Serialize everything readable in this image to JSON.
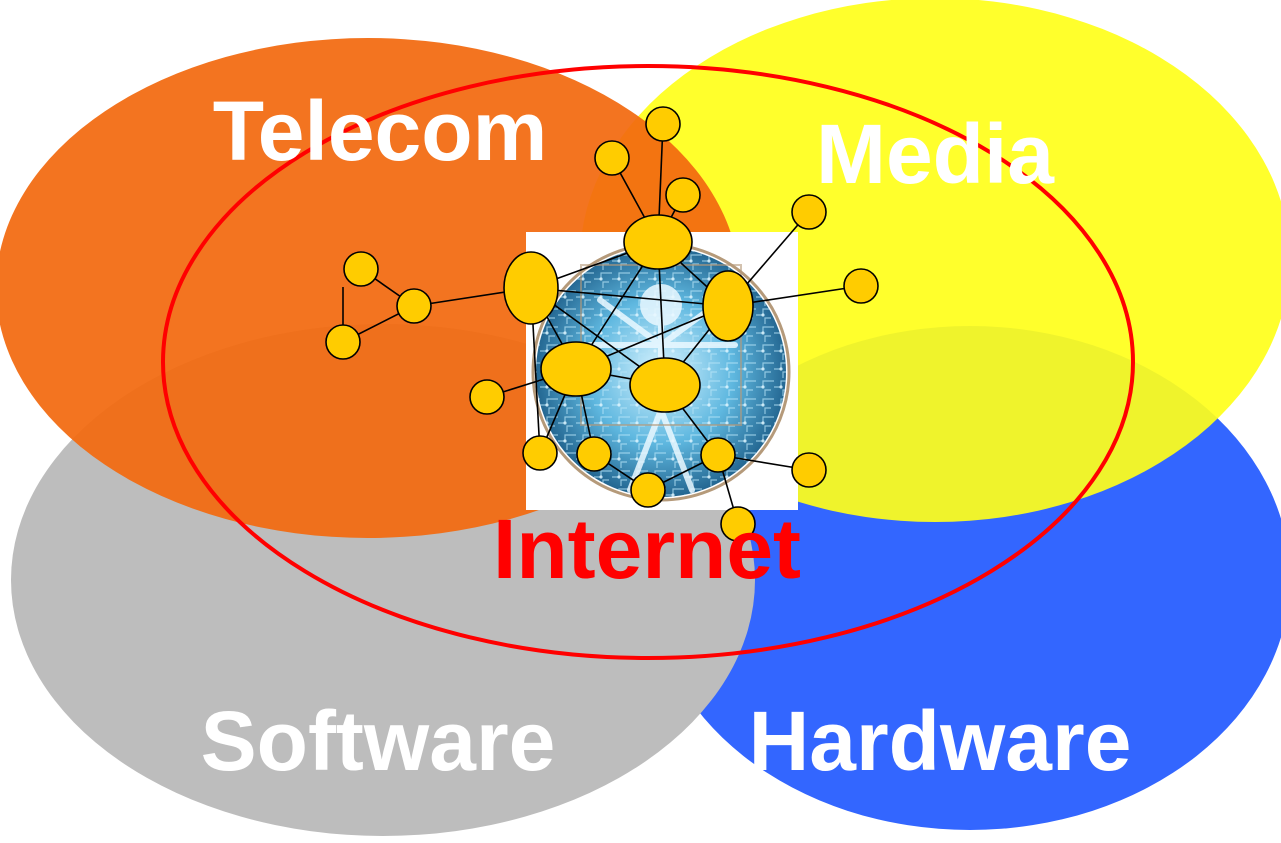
{
  "labels": {
    "telecom": "Telecom",
    "media": "Media",
    "software": "Software",
    "hardware": "Hardware",
    "internet": "Internet"
  },
  "colors": {
    "telecom": "#f2690f",
    "media": "#ffff1a",
    "software": "#bdbdbd",
    "hardware": "#3366ff",
    "internet_outline": "#ff0000",
    "internet_text": "#ff0000",
    "node_fill": "#ffcc00",
    "label_text": "#ffffff"
  },
  "center_image": {
    "subject": "vitruvian-man-circuit-image"
  }
}
